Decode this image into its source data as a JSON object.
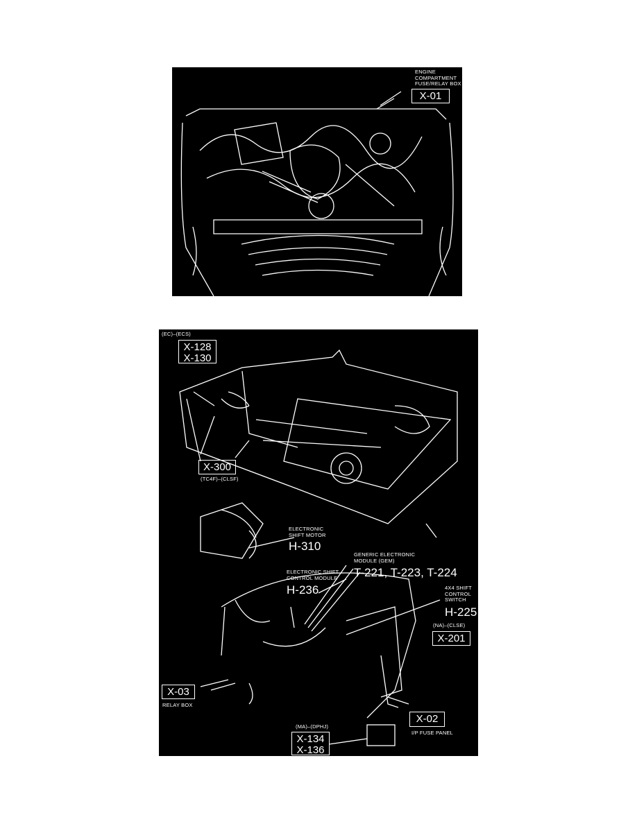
{
  "figure1": {
    "label_title": "ENGINE\nCOMPARTMENT\nFUSE/RELAY BOX",
    "label_code": "X-01"
  },
  "figure2": {
    "x128_condition": "(EC)–(ECS)",
    "x128_codes": "X-128\nX-130",
    "x300_code": "X-300",
    "x300_condition": "(TC4F)–(CLSF)",
    "shift_motor_title": "ELECTRONIC\nSHIFT MOTOR",
    "shift_motor_code": "H-310",
    "gem_title": "GENERIC ELECTRONIC\nMODULE (GEM)",
    "gem_codes": "T-221, T-223, T-224",
    "escm_title": "ELECTRONIC SHIFT\nCONTROL MODULE",
    "escm_code": "H-236",
    "switch_title": "4X4 SHIFT\nCONTROL\nSWITCH",
    "switch_code": "H-225",
    "x201_condition": "(NA)–(CLSE)",
    "x201_code": "X-201",
    "x03_code": "X-03",
    "x03_title": "RELAY BOX",
    "x02_code": "X-02",
    "x02_title": "I/P FUSE PANEL",
    "x134_condition": "(MA)–(DPHJ)",
    "x134_codes": "X-134\nX-136"
  }
}
